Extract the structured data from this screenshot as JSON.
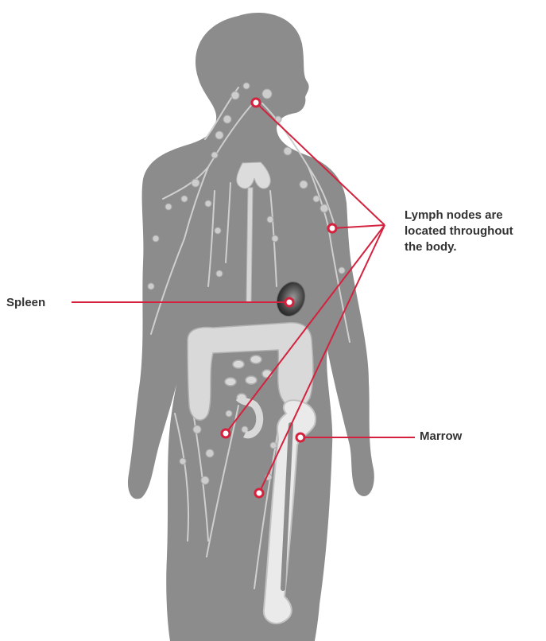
{
  "labels": {
    "lymph_nodes": [
      "Lymph nodes are",
      "located throughout",
      "the body."
    ],
    "spleen": "Spleen",
    "marrow": "Marrow"
  },
  "colors": {
    "callout": "#d4213d",
    "body": "#8c8c8c",
    "organ": "#dcdcdc",
    "text": "#333333"
  }
}
